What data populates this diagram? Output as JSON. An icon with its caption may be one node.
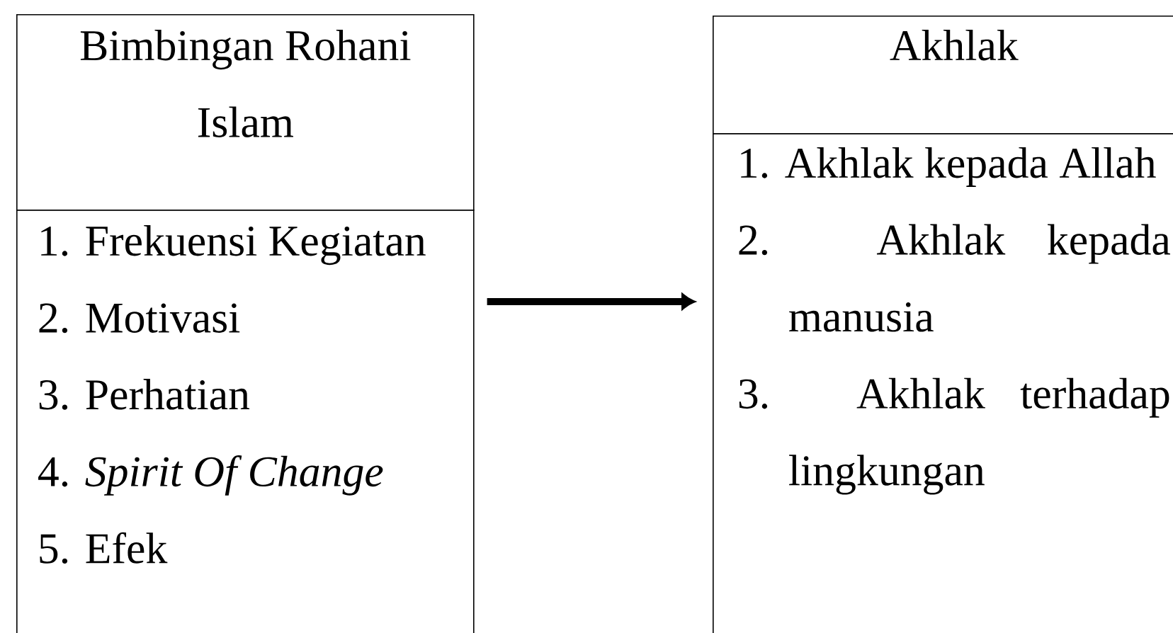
{
  "diagram": {
    "nodes": [
      {
        "text": [
          "Bimbingan Rohani Islam"
        ]
      },
      {
        "text": [
          "1. Frekuensi Kegiatan",
          "2. Motivasi",
          "3. Perhatian",
          "4. *Spirit Of Change*",
          "5. Efek"
        ]
      },
      {
        "text": [
          "Akhlak"
        ]
      },
      {
        "text": [
          "1. Akhlak kepada Allah",
          "2. Akhlak kepada manusia",
          "3. Akhlak terhadap lingkungan"
        ]
      }
    ],
    "edges": [
      {
        "from": 1,
        "to": 3,
        "arrow": "to"
      }
    ]
  }
}
